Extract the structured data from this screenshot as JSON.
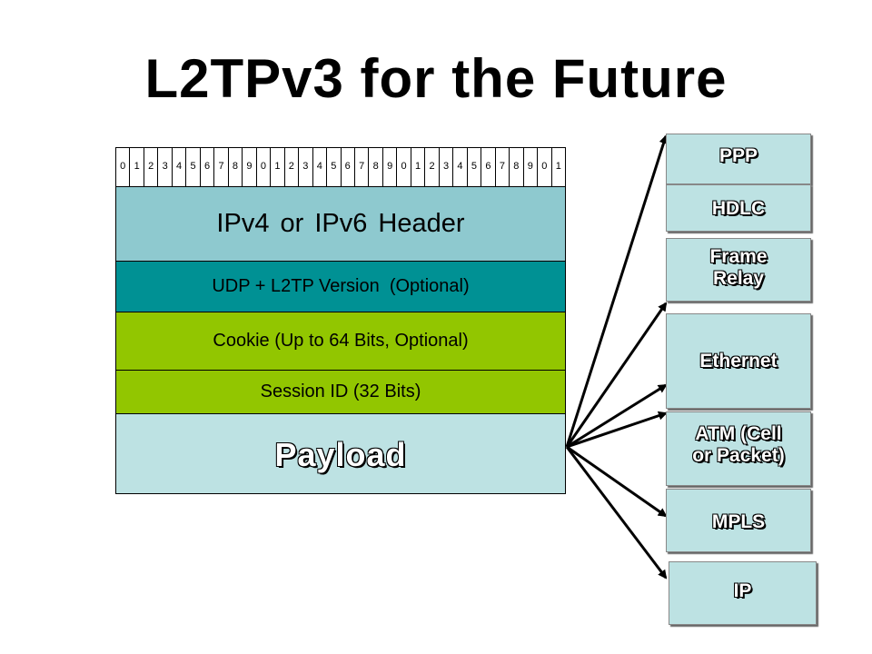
{
  "title": "L2TPv3 for the Future",
  "bit_ruler": [
    "0",
    "1",
    "2",
    "3",
    "4",
    "5",
    "6",
    "7",
    "8",
    "9",
    "0",
    "1",
    "2",
    "3",
    "4",
    "5",
    "6",
    "7",
    "8",
    "9",
    "0",
    "1",
    "2",
    "3",
    "4",
    "5",
    "6",
    "7",
    "8",
    "9",
    "0",
    "1"
  ],
  "rows": {
    "ip_header": "IPv4 or IPv6 Header",
    "udp": "UDP + L2TP Version  (Optional)",
    "cookie": "Cookie (Up to 64 Bits, Optional)",
    "session": "Session ID (32 Bits)",
    "payload": "Payload"
  },
  "encapsulations": {
    "ppp": "PPP",
    "hdlc": "HDLC",
    "frame_relay_1": "Frame",
    "frame_relay_2": "Relay",
    "ethernet": "Ethernet",
    "atm_1": "ATM (Cell",
    "atm_2": "or Packet)",
    "mpls": "MPLS",
    "ip": "IP"
  },
  "colors": {
    "ip_header": "#8ec9cf",
    "udp": "#009194",
    "cookie": "#92c600",
    "payload": "#bde2e3"
  }
}
